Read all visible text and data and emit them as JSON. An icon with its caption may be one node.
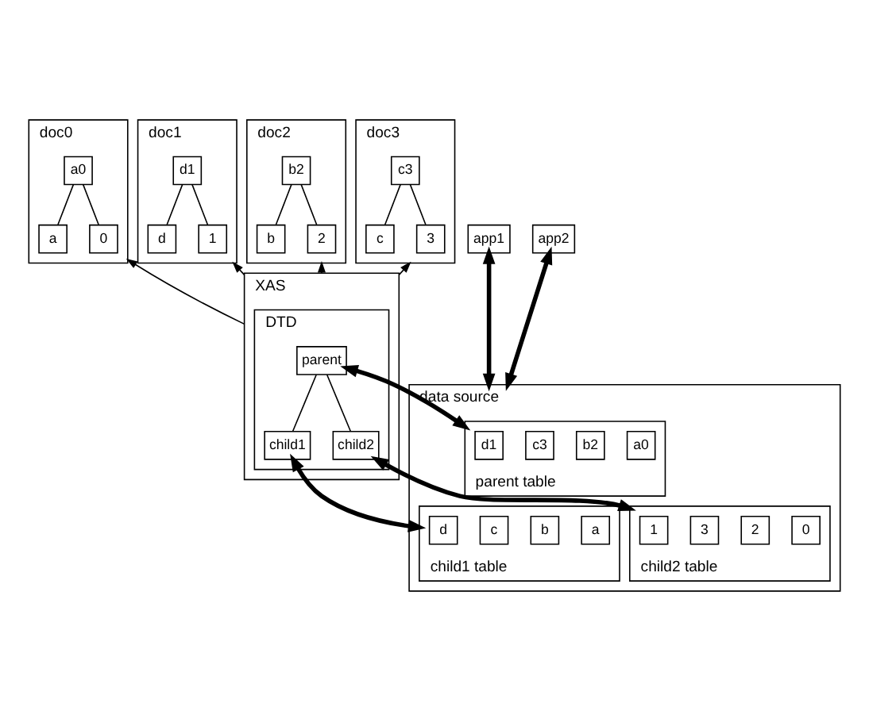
{
  "diagram": {
    "nodes": [
      {
        "text": [
          "doc0"
        ]
      },
      {
        "text": [
          "a0"
        ],
        "in": 0
      },
      {
        "text": [
          "a"
        ],
        "in": 0
      },
      {
        "text": [
          "0"
        ],
        "in": 0
      },
      {
        "text": [
          "doc1"
        ]
      },
      {
        "text": [
          "d1"
        ],
        "in": 4
      },
      {
        "text": [
          "d"
        ],
        "in": 4
      },
      {
        "text": [
          "1"
        ],
        "in": 4
      },
      {
        "text": [
          "doc2"
        ]
      },
      {
        "text": [
          "b2"
        ],
        "in": 8
      },
      {
        "text": [
          "b"
        ],
        "in": 8
      },
      {
        "text": [
          "2"
        ],
        "in": 8
      },
      {
        "text": [
          "doc3"
        ]
      },
      {
        "text": [
          "c3"
        ],
        "in": 12
      },
      {
        "text": [
          "c"
        ],
        "in": 12
      },
      {
        "text": [
          "3"
        ],
        "in": 12
      },
      {
        "text": [
          "XAS"
        ]
      },
      {
        "text": [
          "DTD"
        ],
        "in": 16
      },
      {
        "text": [
          "parent"
        ],
        "in": 17
      },
      {
        "text": [
          "child1"
        ],
        "in": 17
      },
      {
        "text": [
          "child2"
        ],
        "in": 17
      },
      {
        "text": [
          "app1"
        ]
      },
      {
        "text": [
          "app2"
        ]
      },
      {
        "text": [
          "data source"
        ]
      },
      {
        "text": [
          "parent table"
        ],
        "in": 23
      },
      {
        "text": [
          "d1"
        ],
        "in": 24
      },
      {
        "text": [
          "c3"
        ],
        "in": 24
      },
      {
        "text": [
          "b2"
        ],
        "in": 24
      },
      {
        "text": [
          "a0"
        ],
        "in": 24
      },
      {
        "text": [
          "child1 table"
        ],
        "in": 23
      },
      {
        "text": [
          "d"
        ],
        "in": 29
      },
      {
        "text": [
          "c"
        ],
        "in": 29
      },
      {
        "text": [
          "b"
        ],
        "in": 29
      },
      {
        "text": [
          "a"
        ],
        "in": 29
      },
      {
        "text": [
          "child2 table"
        ],
        "in": 23
      },
      {
        "text": [
          "1"
        ],
        "in": 34
      },
      {
        "text": [
          "3"
        ],
        "in": 34
      },
      {
        "text": [
          "2"
        ],
        "in": 34
      },
      {
        "text": [
          "0"
        ],
        "in": 34
      }
    ],
    "edges": [
      {
        "from": 1,
        "to": 2,
        "arrow": "none"
      },
      {
        "from": 1,
        "to": 3,
        "arrow": "none"
      },
      {
        "from": 5,
        "to": 6,
        "arrow": "none"
      },
      {
        "from": 5,
        "to": 7,
        "arrow": "none"
      },
      {
        "from": 9,
        "to": 10,
        "arrow": "none"
      },
      {
        "from": 9,
        "to": 11,
        "arrow": "none"
      },
      {
        "from": 13,
        "to": 14,
        "arrow": "none"
      },
      {
        "from": 13,
        "to": 15,
        "arrow": "none"
      },
      {
        "from": 18,
        "to": 19,
        "arrow": "none"
      },
      {
        "from": 18,
        "to": 20,
        "arrow": "none"
      },
      {
        "from": 16,
        "to": 0,
        "arrow": "to"
      },
      {
        "from": 16,
        "to": 4,
        "arrow": "to"
      },
      {
        "from": 16,
        "to": 8,
        "arrow": "to"
      },
      {
        "from": 16,
        "to": 12,
        "arrow": "to"
      },
      {
        "from": 21,
        "to": 23,
        "arrow": "both",
        "style": "thick"
      },
      {
        "from": 18,
        "to": 24,
        "arrow": "both",
        "style": "thick"
      },
      {
        "from": 19,
        "to": 29,
        "arrow": "both",
        "style": "thick"
      },
      {
        "from": 20,
        "to": 34,
        "arrow": "both",
        "style": "thick"
      },
      {
        "from": 22,
        "to": 23,
        "arrow": "both",
        "style": "thick"
      }
    ]
  }
}
